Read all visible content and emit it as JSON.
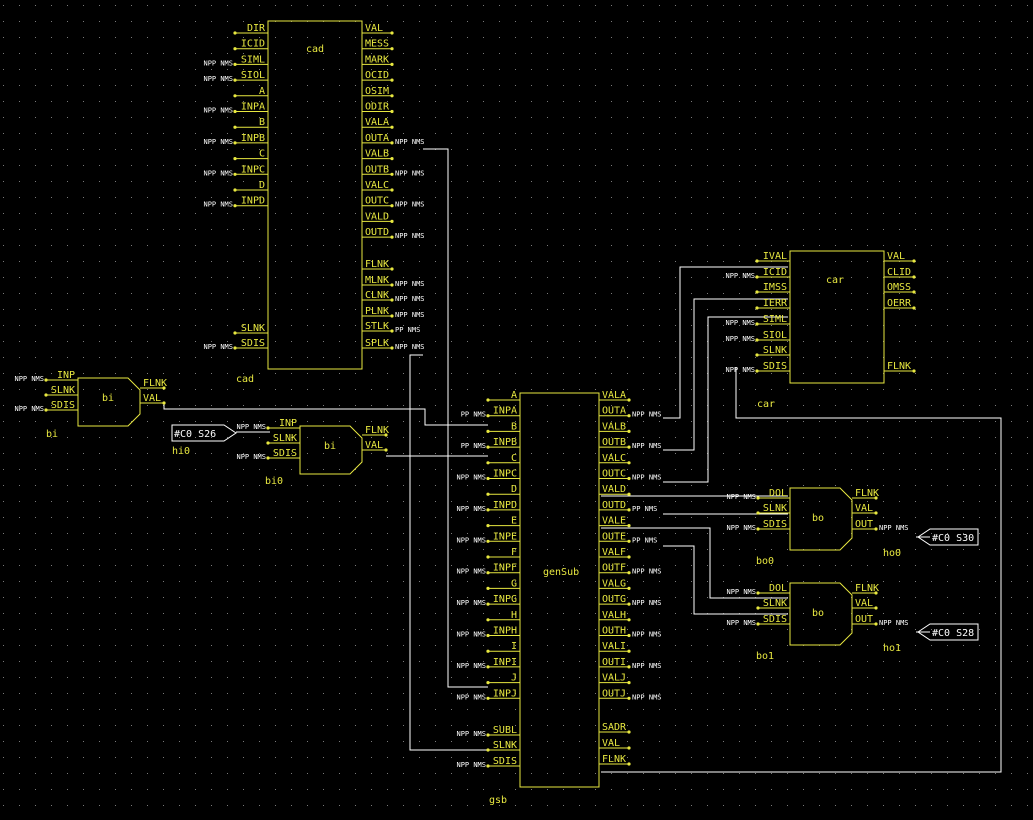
{
  "colors": {
    "background": "#000000",
    "grid": "#7a7a7a",
    "block": "#e8e840",
    "wire": "#ffffff",
    "text": "#e8e840",
    "flag": "#ffffff"
  },
  "blocks": {
    "cad": {
      "type": "cad",
      "name": "cad",
      "inputs": [
        {
          "label": "DIR",
          "flag": ""
        },
        {
          "label": "ICID",
          "flag": ""
        },
        {
          "label": "SIML",
          "flag": "NPP NMS"
        },
        {
          "label": "SIOL",
          "flag": "NPP NMS"
        },
        {
          "label": "A",
          "flag": ""
        },
        {
          "label": "INPA",
          "flag": "NPP NMS"
        },
        {
          "label": "B",
          "flag": ""
        },
        {
          "label": "INPB",
          "flag": "NPP NMS"
        },
        {
          "label": "C",
          "flag": ""
        },
        {
          "label": "INPC",
          "flag": "NPP NMS"
        },
        {
          "label": "D",
          "flag": ""
        },
        {
          "label": "INPD",
          "flag": "NPP NMS"
        },
        {
          "label": "SLNK",
          "flag": ""
        },
        {
          "label": "SDIS",
          "flag": "NPP NMS"
        }
      ],
      "outputs": [
        {
          "label": "VAL",
          "flag": ""
        },
        {
          "label": "MESS",
          "flag": ""
        },
        {
          "label": "MARK",
          "flag": ""
        },
        {
          "label": "OCID",
          "flag": ""
        },
        {
          "label": "OSIM",
          "flag": ""
        },
        {
          "label": "ODIR",
          "flag": ""
        },
        {
          "label": "VALA",
          "flag": ""
        },
        {
          "label": "OUTA",
          "flag": "NPP NMS"
        },
        {
          "label": "VALB",
          "flag": ""
        },
        {
          "label": "OUTB",
          "flag": "NPP NMS"
        },
        {
          "label": "VALC",
          "flag": ""
        },
        {
          "label": "OUTC",
          "flag": "NPP NMS"
        },
        {
          "label": "VALD",
          "flag": ""
        },
        {
          "label": "OUTD",
          "flag": "NPP NMS"
        },
        {
          "label": "FLNK",
          "flag": ""
        },
        {
          "label": "MLNK",
          "flag": "NPP NMS"
        },
        {
          "label": "CLNK",
          "flag": "NPP NMS"
        },
        {
          "label": "PLNK",
          "flag": "NPP NMS"
        },
        {
          "label": "STLK",
          "flag": "PP  NMS"
        },
        {
          "label": "SPLK",
          "flag": "NPP NMS"
        }
      ]
    },
    "car": {
      "type": "car",
      "name": "car",
      "inputs": [
        {
          "label": "IVAL",
          "flag": ""
        },
        {
          "label": "ICID",
          "flag": "NPP NMS"
        },
        {
          "label": "IMSS",
          "flag": ""
        },
        {
          "label": "IERR",
          "flag": ""
        },
        {
          "label": "SIML",
          "flag": "NPP NMS"
        },
        {
          "label": "SIOL",
          "flag": "NPP NMS"
        },
        {
          "label": "SLNK",
          "flag": ""
        },
        {
          "label": "SDIS",
          "flag": "NPP NMS"
        }
      ],
      "outputs": [
        {
          "label": "VAL",
          "flag": ""
        },
        {
          "label": "CLID",
          "flag": ""
        },
        {
          "label": "OMSS",
          "flag": ""
        },
        {
          "label": "OERR",
          "flag": ""
        },
        {
          "label": "FLNK",
          "flag": ""
        }
      ]
    },
    "gsb": {
      "type": "genSub",
      "name": "gsb",
      "inputs": [
        {
          "label": "A",
          "flag": ""
        },
        {
          "label": "INPA",
          "flag": "PP  NMS"
        },
        {
          "label": "B",
          "flag": ""
        },
        {
          "label": "INPB",
          "flag": "PP  NMS"
        },
        {
          "label": "C",
          "flag": ""
        },
        {
          "label": "INPC",
          "flag": "NPP NMS"
        },
        {
          "label": "D",
          "flag": ""
        },
        {
          "label": "INPD",
          "flag": "NPP NMS"
        },
        {
          "label": "E",
          "flag": ""
        },
        {
          "label": "INPE",
          "flag": "NPP NMS"
        },
        {
          "label": "F",
          "flag": ""
        },
        {
          "label": "INPF",
          "flag": "NPP NMS"
        },
        {
          "label": "G",
          "flag": ""
        },
        {
          "label": "INPG",
          "flag": "NPP NMS"
        },
        {
          "label": "H",
          "flag": ""
        },
        {
          "label": "INPH",
          "flag": "NPP NMS"
        },
        {
          "label": "I",
          "flag": ""
        },
        {
          "label": "INPI",
          "flag": "NPP NMS"
        },
        {
          "label": "J",
          "flag": ""
        },
        {
          "label": "INPJ",
          "flag": "NPP NMS"
        },
        {
          "label": "SUBL",
          "flag": "NPP NMS"
        },
        {
          "label": "SLNK",
          "flag": ""
        },
        {
          "label": "SDIS",
          "flag": "NPP NMS"
        }
      ],
      "outputs": [
        {
          "label": "VALA",
          "flag": ""
        },
        {
          "label": "OUTA",
          "flag": "NPP NMS"
        },
        {
          "label": "VALB",
          "flag": ""
        },
        {
          "label": "OUTB",
          "flag": "NPP NMS"
        },
        {
          "label": "VALC",
          "flag": ""
        },
        {
          "label": "OUTC",
          "flag": "NPP NMS"
        },
        {
          "label": "VALD",
          "flag": ""
        },
        {
          "label": "OUTD",
          "flag": "PP  NMS"
        },
        {
          "label": "VALE",
          "flag": ""
        },
        {
          "label": "OUTE",
          "flag": "PP  NMS"
        },
        {
          "label": "VALF",
          "flag": ""
        },
        {
          "label": "OUTF",
          "flag": "NPP NMS"
        },
        {
          "label": "VALG",
          "flag": ""
        },
        {
          "label": "OUTG",
          "flag": "NPP NMS"
        },
        {
          "label": "VALH",
          "flag": ""
        },
        {
          "label": "OUTH",
          "flag": "NPP NMS"
        },
        {
          "label": "VALI",
          "flag": ""
        },
        {
          "label": "OUTI",
          "flag": "NPP NMS"
        },
        {
          "label": "VALJ",
          "flag": ""
        },
        {
          "label": "OUTJ",
          "flag": "NPP NMS"
        },
        {
          "label": "SADR",
          "flag": ""
        },
        {
          "label": "VAL",
          "flag": ""
        },
        {
          "label": "FLNK",
          "flag": ""
        }
      ]
    },
    "bi": {
      "type": "bi",
      "name": "bi",
      "inputs": [
        {
          "label": "INP",
          "flag": "NPP NMS"
        },
        {
          "label": "SLNK",
          "flag": ""
        },
        {
          "label": "SDIS",
          "flag": "NPP NMS"
        }
      ],
      "outputs": [
        {
          "label": "FLNK",
          "flag": ""
        },
        {
          "label": "VAL",
          "flag": ""
        }
      ]
    },
    "bi0": {
      "type": "bi",
      "name": "bi0",
      "inputs": [
        {
          "label": "INP",
          "flag": "NPP NMS"
        },
        {
          "label": "SLNK",
          "flag": ""
        },
        {
          "label": "SDIS",
          "flag": "NPP NMS"
        }
      ],
      "outputs": [
        {
          "label": "FLNK",
          "flag": ""
        },
        {
          "label": "VAL",
          "flag": ""
        }
      ]
    },
    "bo0": {
      "type": "bo",
      "name": "bo0",
      "inputs": [
        {
          "label": "DOL",
          "flag": "NPP NMS"
        },
        {
          "label": "SLNK",
          "flag": ""
        },
        {
          "label": "SDIS",
          "flag": "NPP NMS"
        }
      ],
      "outputs": [
        {
          "label": "FLNK",
          "flag": ""
        },
        {
          "label": "VAL",
          "flag": ""
        },
        {
          "label": "OUT",
          "flag": "NPP NMS"
        }
      ]
    },
    "bo1": {
      "type": "bo",
      "name": "bo1",
      "inputs": [
        {
          "label": "DOL",
          "flag": "NPP NMS"
        },
        {
          "label": "SLNK",
          "flag": ""
        },
        {
          "label": "SDIS",
          "flag": "NPP NMS"
        }
      ],
      "outputs": [
        {
          "label": "FLNK",
          "flag": ""
        },
        {
          "label": "VAL",
          "flag": ""
        },
        {
          "label": "OUT",
          "flag": "NPP NMS"
        }
      ]
    }
  },
  "ports": {
    "hi0": {
      "name": "hi0",
      "value": "#C0 S26"
    },
    "ho0": {
      "name": "ho0",
      "value": "#C0 S30"
    },
    "ho1": {
      "name": "ho1",
      "value": "#C0 S28"
    }
  }
}
